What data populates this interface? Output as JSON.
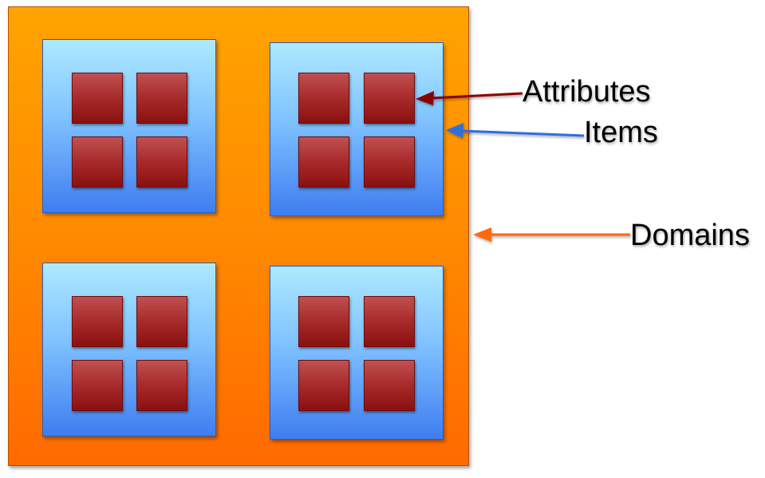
{
  "labels": {
    "attributes": "Attributes",
    "items": "Items",
    "domains": "Domains"
  },
  "colors": {
    "domain_fill": "#ff8a00",
    "item_fill": "#7fc2ff",
    "attribute_fill": "#a82a2a",
    "attributes_arrow": "#8b0000",
    "items_arrow": "#2f6ee0",
    "domains_arrow": "#ff6a10"
  },
  "structure": {
    "domain_count": 1,
    "items_per_domain": 4,
    "attributes_per_item": 4
  }
}
